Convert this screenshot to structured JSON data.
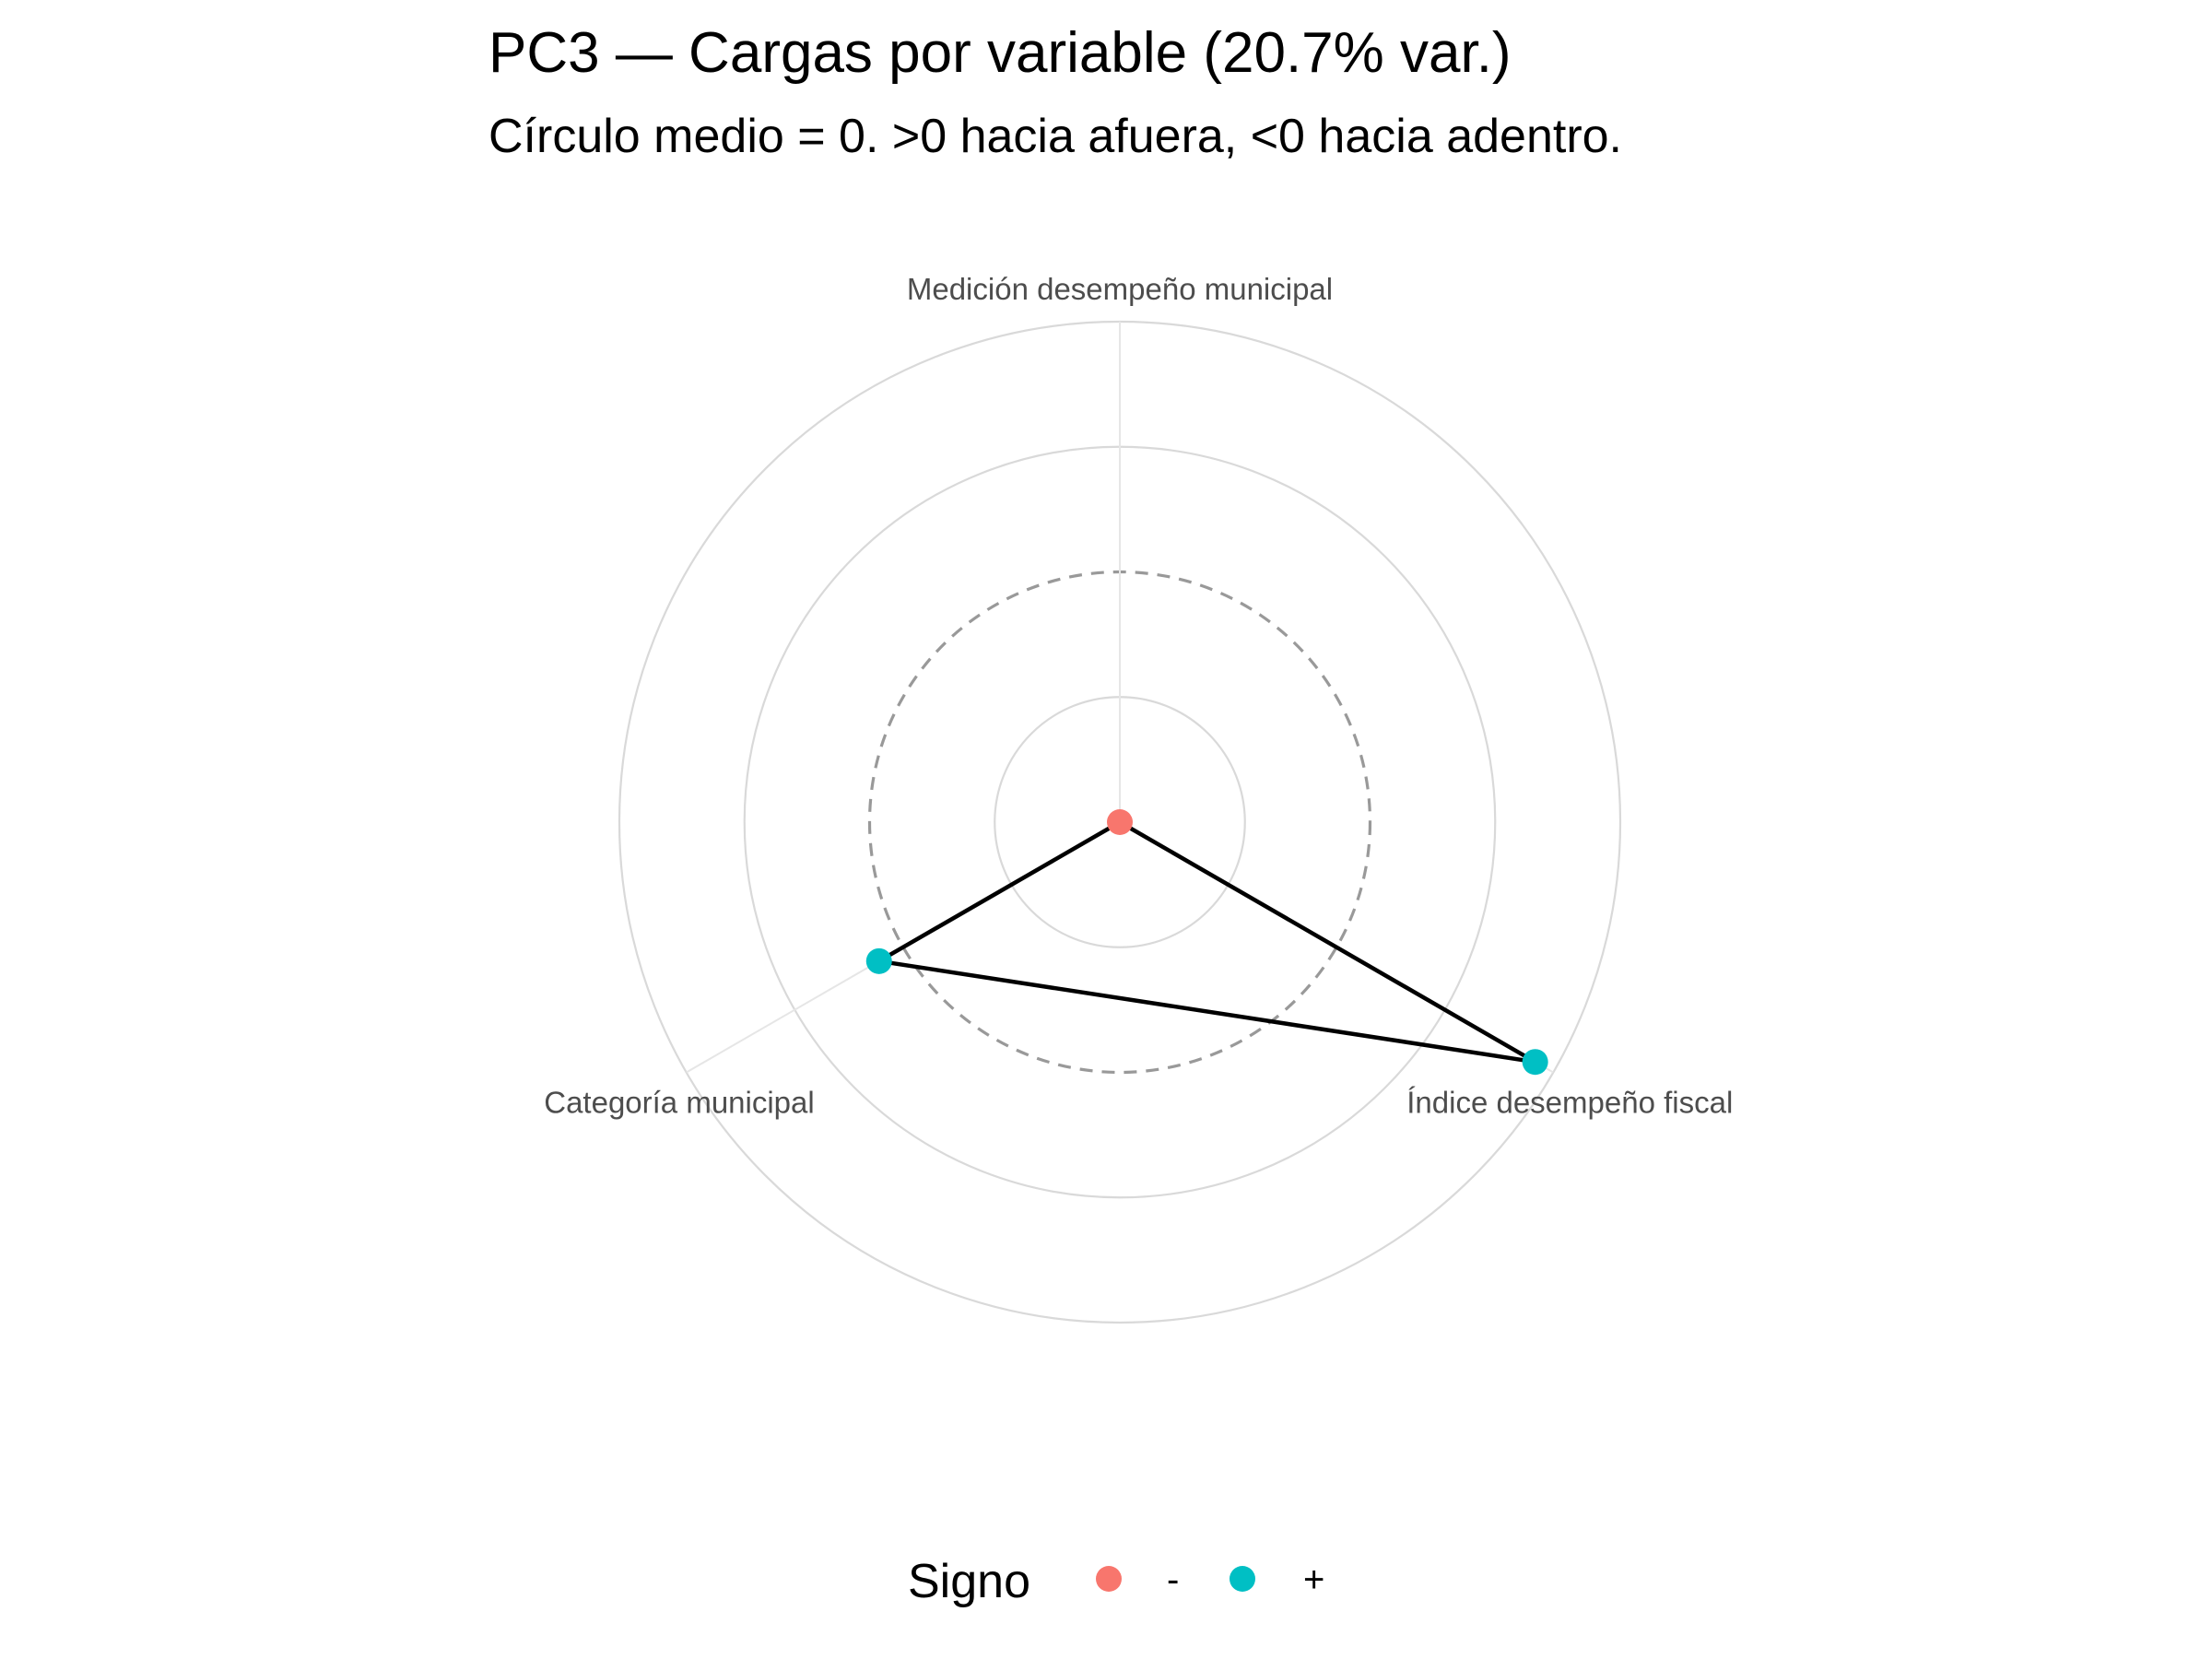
{
  "chart_data": {
    "type": "radar",
    "title": "PC3 — Cargas por variable (20.7% var.)",
    "subtitle": "Círculo medio = 0. >0 hacia afuera, <0 hacia adentro.",
    "variables": [
      "Medición desempeño municipal",
      "Índice desempeño fiscal",
      "Categoría municipal"
    ],
    "loadings": [
      -0.72,
      0.66,
      0.08
    ],
    "signs": [
      "-",
      "+",
      "+"
    ],
    "radial_range": [
      -0.72,
      0.72
    ],
    "grid_circles": [
      -0.36,
      0.0,
      0.36,
      0.72
    ],
    "zero_circle_style": "dashed",
    "legend": {
      "title": "Signo",
      "position": "bottom",
      "items": [
        {
          "label": "-",
          "color": "#F8766D"
        },
        {
          "label": "+",
          "color": "#00BFC4"
        }
      ]
    },
    "line_color": "#000000"
  }
}
